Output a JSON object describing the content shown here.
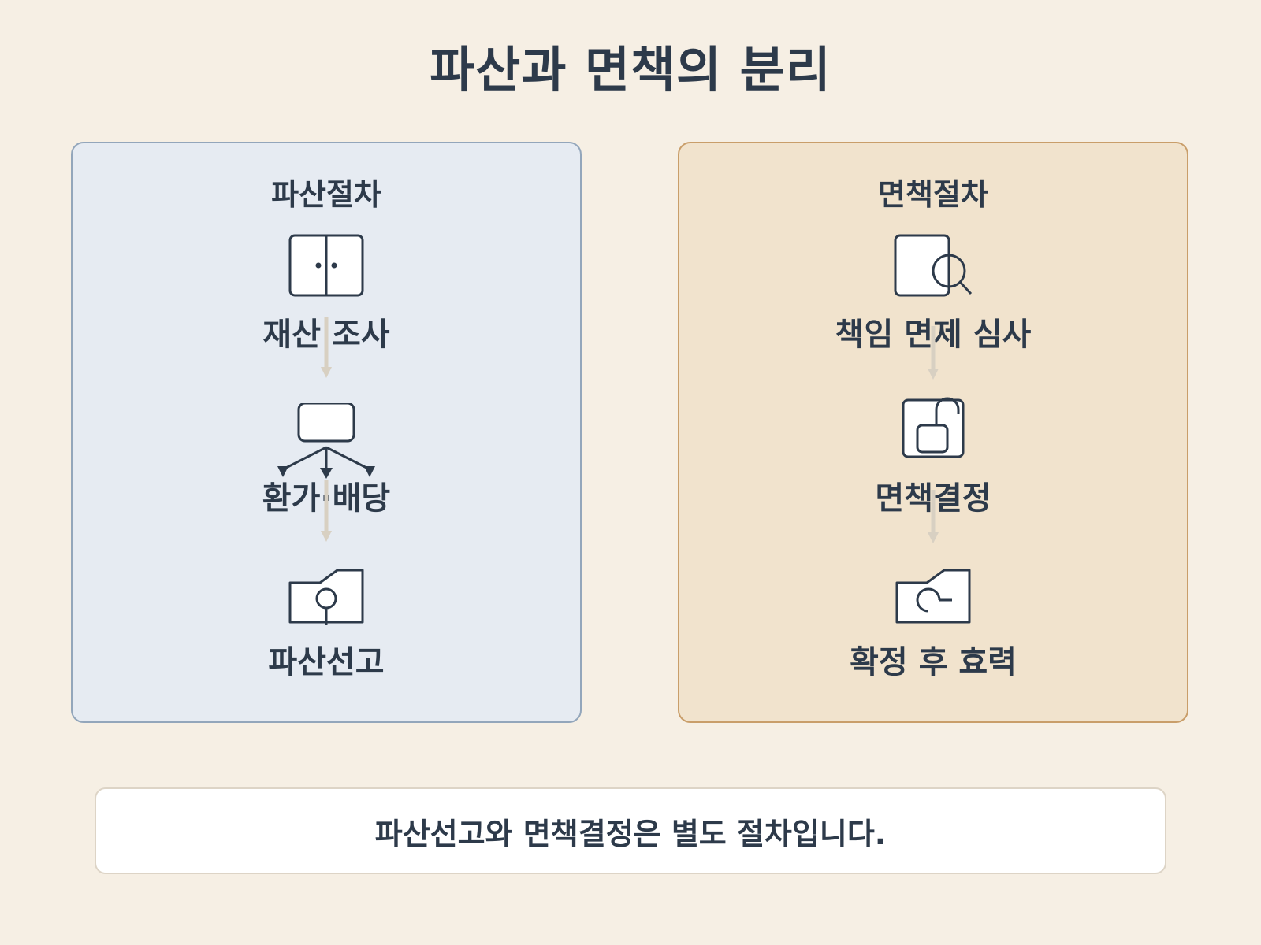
{
  "title": "파산과 면책의 분리",
  "bankruptcy": {
    "heading": "파산절차",
    "steps": [
      {
        "label": "재산 조사",
        "icon": "cabinet-icon"
      },
      {
        "label": "환가·배당",
        "icon": "distribution-icon"
      },
      {
        "label": "파산선고",
        "icon": "declaration-folder-icon"
      }
    ]
  },
  "discharge": {
    "heading": "면책절차",
    "steps": [
      {
        "label": "책임 면제 심사",
        "icon": "document-search-icon"
      },
      {
        "label": "면책결정",
        "icon": "unlock-icon"
      },
      {
        "label": "확정 후 효력",
        "icon": "effect-folder-icon"
      }
    ]
  },
  "footer": "파산선고와 면책결정은 별도 절차입니다.",
  "colors": {
    "background": "#f6efe4",
    "bankruptcy_panel": "#e6ebf2",
    "bankruptcy_border": "#93a6bb",
    "discharge_panel": "#f1e3cd",
    "discharge_border": "#c99e6a",
    "text": "#2d3a4a",
    "arrow": "#d8d0c2"
  }
}
